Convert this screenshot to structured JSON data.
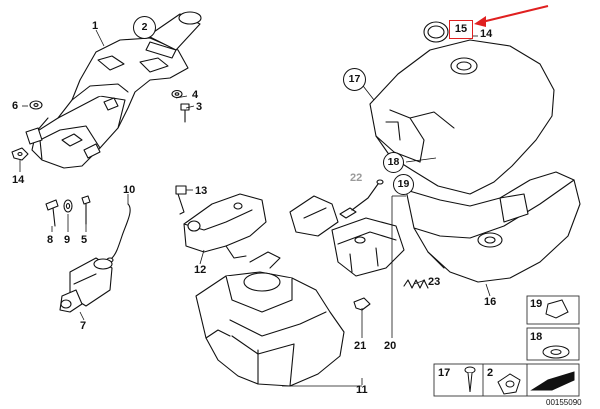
{
  "diagram": {
    "labels": {
      "l1": "1",
      "l2": "2",
      "l3": "3",
      "l4": "4",
      "l5": "5",
      "l6": "6",
      "l7": "7",
      "l8": "8",
      "l9": "9",
      "l10": "10",
      "l11": "11",
      "l12": "12",
      "l13": "13",
      "l14_left": "14",
      "l14_right": "14",
      "l15": "15",
      "l16": "16",
      "l17": "17",
      "l18": "18",
      "l19": "19",
      "l20": "20",
      "l21": "21",
      "l22": "22",
      "l23": "23"
    },
    "legend": {
      "c19": "19",
      "c18": "18",
      "c17": "17",
      "c2": "2"
    },
    "document_number": "00155090"
  },
  "colors": {
    "line": "#111111",
    "highlight": "#e02020",
    "grey_label": "#9a9a9a"
  }
}
